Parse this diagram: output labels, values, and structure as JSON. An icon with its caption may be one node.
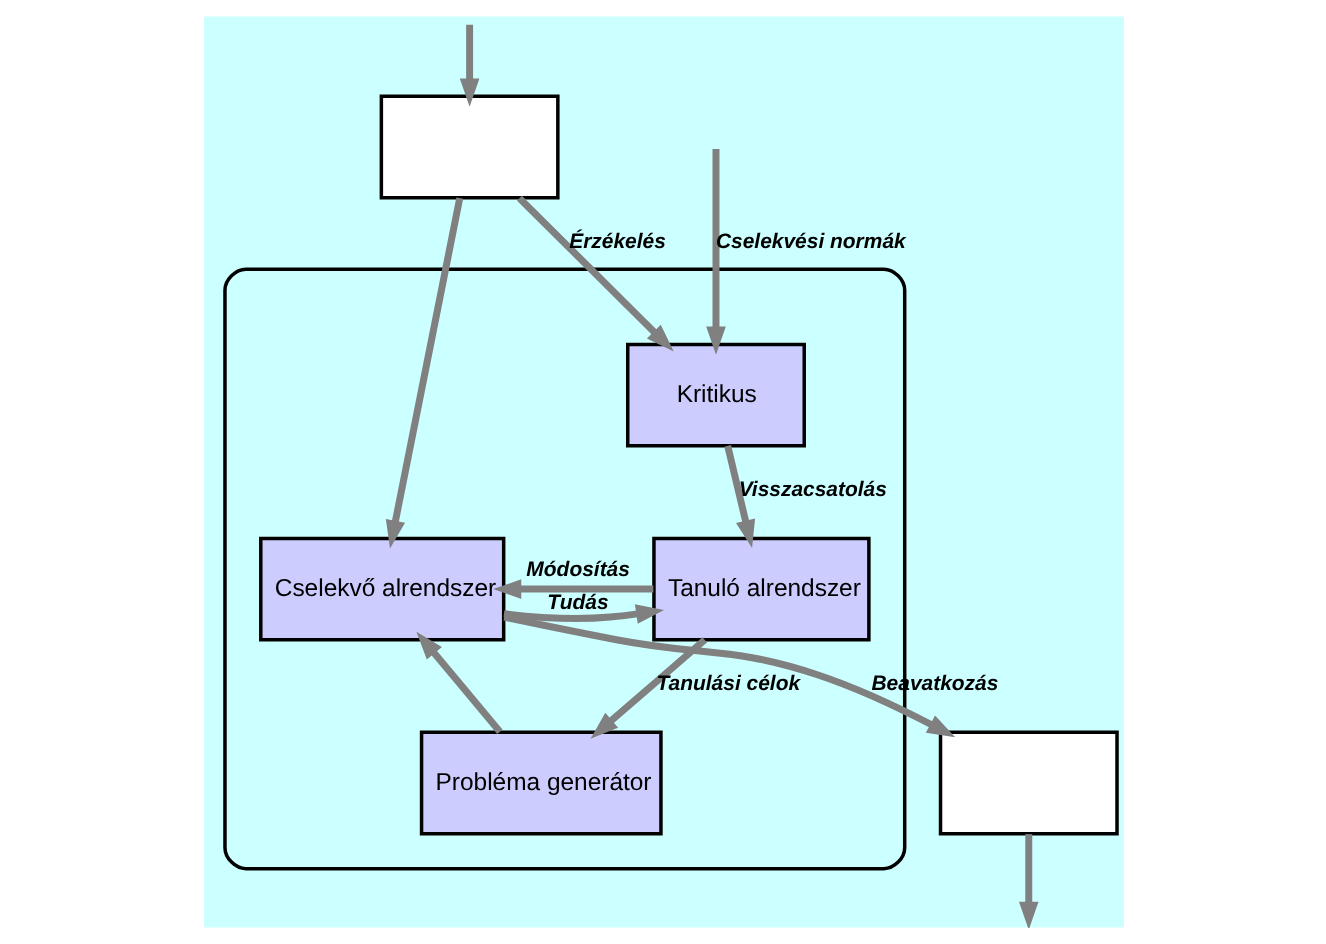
{
  "diagram": {
    "nodes": [
      {
        "text": [],
        "shape": "box"
      },
      {
        "text": [
          "Kritikus"
        ],
        "in": 0
      },
      {
        "text": [
          "Tanuló alrendszer"
        ],
        "in": 0
      },
      {
        "text": [
          "Cselekvő alrendszer"
        ],
        "in": 0
      },
      {
        "text": [
          "Probléma generátor"
        ],
        "in": 0
      },
      {
        "text": [],
        "shape": "box"
      },
      {
        "text": [],
        "shape": "box"
      }
    ],
    "edges": [
      {
        "from": null,
        "to": 1,
        "arrow": "to",
        "label": "Cselekvési normák"
      },
      {
        "from": null,
        "to": 5,
        "arrow": "to"
      },
      {
        "from": 5,
        "to": 1,
        "arrow": "to",
        "label": "Érzékelés"
      },
      {
        "from": 5,
        "to": 3,
        "arrow": "to"
      },
      {
        "from": 1,
        "to": 2,
        "arrow": "to",
        "label": "Visszacsatolás"
      },
      {
        "from": 2,
        "to": 3,
        "arrow": "to",
        "label": "Módosítás"
      },
      {
        "from": 3,
        "to": 2,
        "arrow": "to",
        "label": "Tudás"
      },
      {
        "from": 2,
        "to": 4,
        "arrow": "to",
        "label": "Tanulási célok"
      },
      {
        "from": 4,
        "to": 3,
        "arrow": "to"
      },
      {
        "from": 3,
        "to": 6,
        "arrow": "to",
        "label": "Beavatkozás"
      },
      {
        "from": 6,
        "to": null,
        "arrow": "to"
      }
    ]
  }
}
